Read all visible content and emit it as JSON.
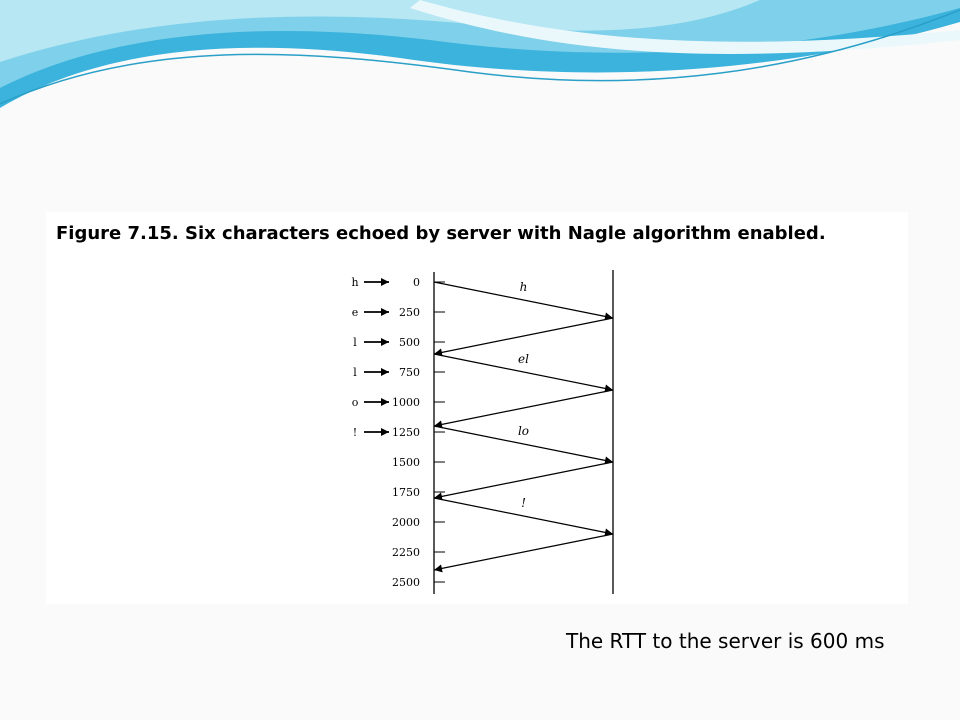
{
  "figure": {
    "caption": "Figure 7.15. Six characters echoed by server with Nagle algorithm enabled.",
    "time_ticks": [
      "0",
      "250",
      "500",
      "750",
      "1000",
      "1250",
      "1500",
      "1750",
      "2000",
      "2250",
      "2500"
    ],
    "typed_characters": [
      {
        "char": "h",
        "time": 0
      },
      {
        "char": "e",
        "time": 250
      },
      {
        "char": "l",
        "time": 500
      },
      {
        "char": "l",
        "time": 750
      },
      {
        "char": "o",
        "time": 1000
      },
      {
        "char": "!",
        "time": 1250
      }
    ],
    "segments": [
      {
        "direction": "to-server",
        "start": 0,
        "end": 300,
        "label": "h"
      },
      {
        "direction": "to-client",
        "start": 300,
        "end": 600,
        "label": ""
      },
      {
        "direction": "to-server",
        "start": 600,
        "end": 900,
        "label": "el"
      },
      {
        "direction": "to-client",
        "start": 900,
        "end": 1200,
        "label": ""
      },
      {
        "direction": "to-server",
        "start": 1200,
        "end": 1500,
        "label": "lo"
      },
      {
        "direction": "to-client",
        "start": 1500,
        "end": 1800,
        "label": ""
      },
      {
        "direction": "to-server",
        "start": 1800,
        "end": 2100,
        "label": "!"
      },
      {
        "direction": "to-client",
        "start": 2100,
        "end": 2400,
        "label": ""
      }
    ]
  },
  "note": "The RTT to the server is 600 ms",
  "colors": {
    "background": "#fafafa",
    "panel": "#ffffff",
    "ink": "#000000",
    "header_light": "#b6e7f3",
    "header_mid": "#7fd0ea",
    "header_dark": "#3bb3dc"
  }
}
